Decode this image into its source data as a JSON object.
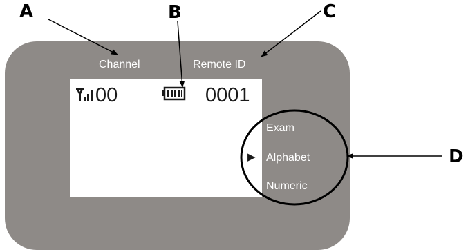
{
  "callouts": {
    "a": "A",
    "b": "B",
    "c": "C",
    "d": "D"
  },
  "device": {
    "channel_label": "Channel",
    "remote_id_label": "Remote ID",
    "channel_value": "00",
    "remote_id_value": "0001",
    "menu": {
      "items": [
        "Exam",
        "Alphabet",
        "Numeric"
      ],
      "selected": "Alphabet",
      "cursor": "▶"
    }
  },
  "icons": [
    "signal-strength-icon",
    "battery-icon"
  ],
  "colors": {
    "device": "#8e8a87",
    "screen": "#ffffff",
    "label_text": "#ffffff",
    "ink": "#000000"
  }
}
